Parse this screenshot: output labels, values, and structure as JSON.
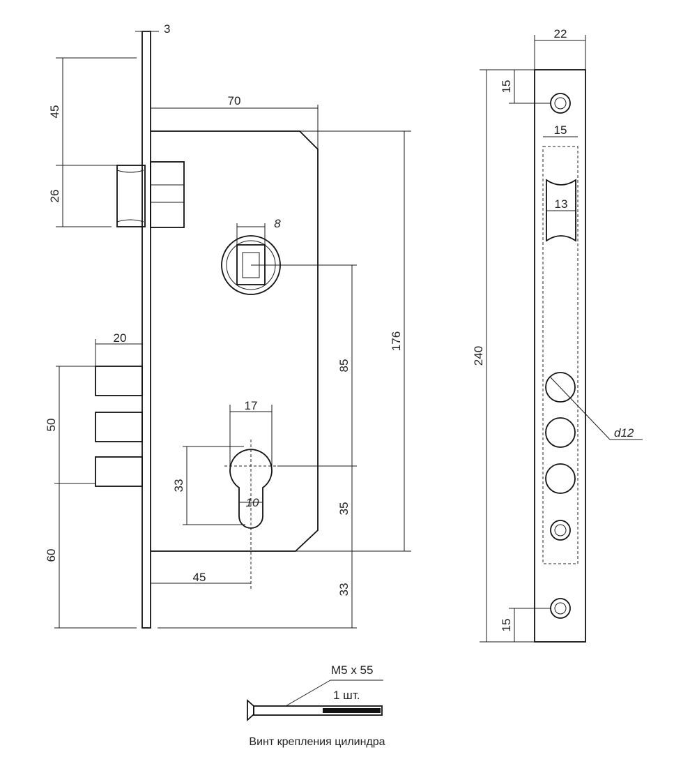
{
  "dimensions": {
    "faceplate_thickness": "3",
    "top_offset": "45",
    "latch_height": "26",
    "body_depth": "70",
    "spindle_square": "8",
    "body_height": "176",
    "center_distance": "85",
    "bolt_projection": "20",
    "bolt_span": "50",
    "bottom_offset": "60",
    "cylinder_width": "17",
    "cylinder_height": "33",
    "cylinder_cam": "10",
    "cylinder_lower": "35",
    "backset": "45",
    "body_bottom_offset": "33",
    "faceplate_width": "22",
    "screw_top_offset": "15",
    "latch_window_width": "15",
    "latch_width": "13",
    "faceplate_length": "240",
    "bolt_hole_diameter": "d12",
    "screw_bottom_offset": "15"
  },
  "screw": {
    "spec": "M5 x 55",
    "quantity": "1 шт.",
    "caption": "Винт крепления цилиндра"
  }
}
